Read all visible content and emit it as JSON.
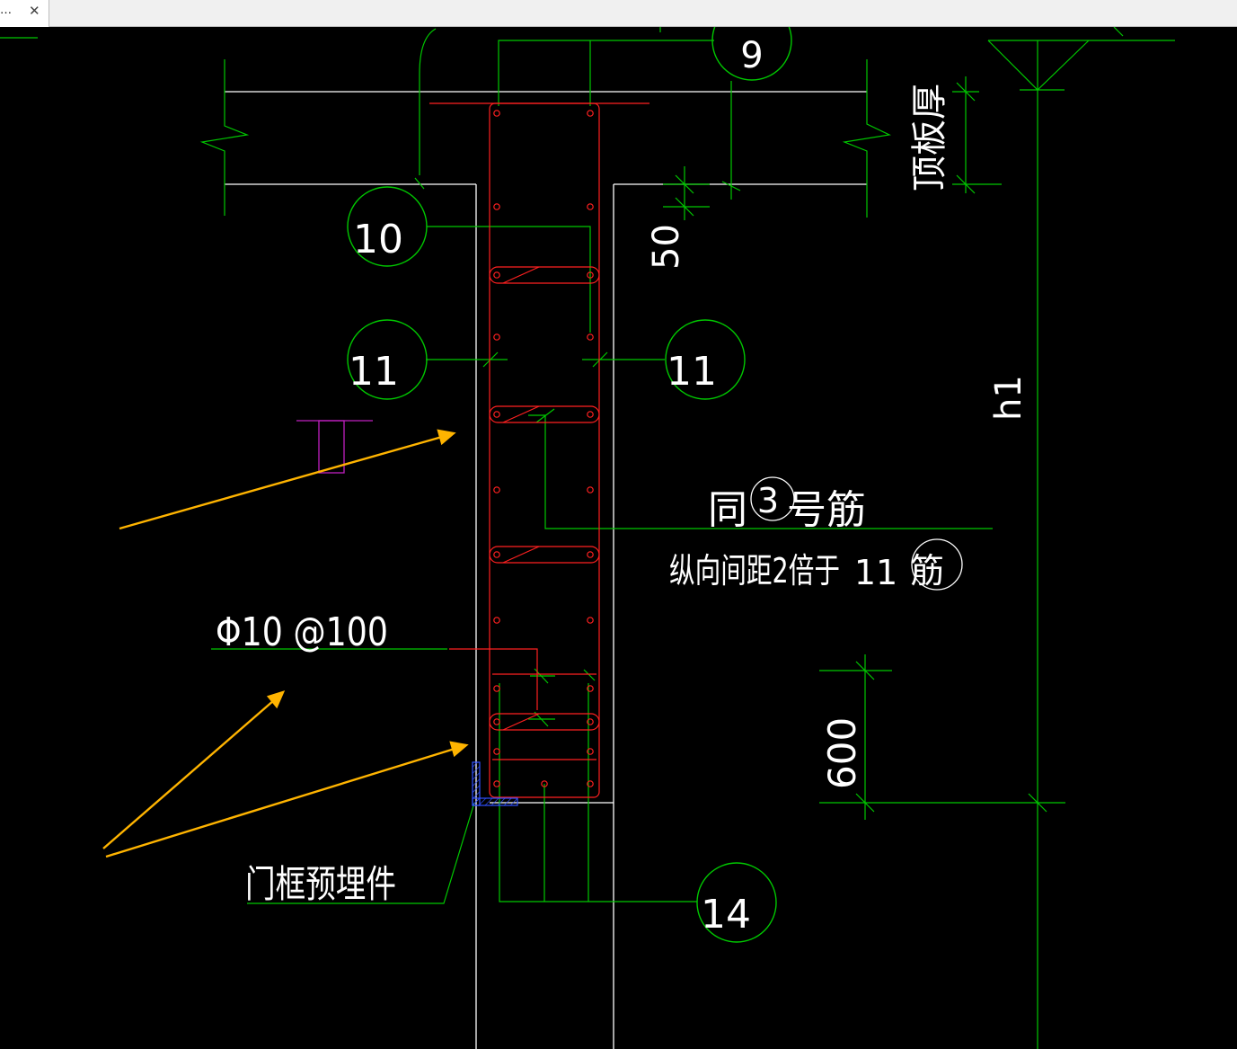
{
  "tab": {
    "title": "…",
    "close_glyph": "✕"
  },
  "bubbles": {
    "b9": "9",
    "b10": "10",
    "b11_left": "11",
    "b11_right": "11",
    "b3": "3",
    "b11_note": "11",
    "b14": "14"
  },
  "labels": {
    "top_slab_thickness": "顶板厚",
    "dim_50": "50",
    "h1": "h1",
    "same_as_prefix": "同",
    "same_as_suffix": "号筋",
    "spacing_note": "纵向间距2倍于",
    "spacing_suffix": "筋",
    "stirrup_spec": "Φ10 @100",
    "dim_600": "600",
    "door_frame_embed": "门框预埋件"
  },
  "colors": {
    "background": "#000000",
    "outline": "#ffffff",
    "dimension": "#00c800",
    "rebar": "#ff2020",
    "arrow": "#ffb400",
    "marker": "#c020c0",
    "embed": "#3050ff"
  }
}
